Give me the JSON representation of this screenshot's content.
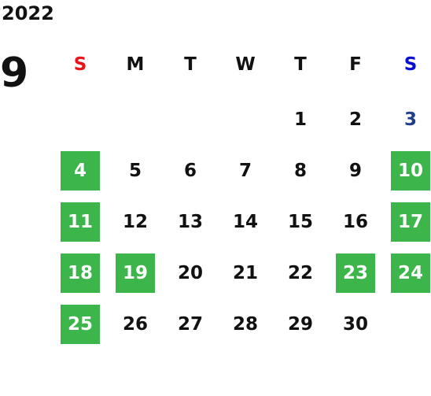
{
  "calendar": {
    "year": "2022",
    "month": "9",
    "weekdays": [
      "S",
      "M",
      "T",
      "W",
      "T",
      "F",
      "S"
    ],
    "colors": {
      "highlight": "#3cb54a",
      "sunday_header": "#e8141c",
      "saturday_header": "#0a10d0",
      "saturday_date": "#1f3f8c"
    },
    "days": [
      {
        "label": "1",
        "weekday": 4,
        "week": 0,
        "style": "normal"
      },
      {
        "label": "2",
        "weekday": 5,
        "week": 0,
        "style": "normal"
      },
      {
        "label": "3",
        "weekday": 6,
        "week": 0,
        "style": "blue"
      },
      {
        "label": "4",
        "weekday": 0,
        "week": 1,
        "style": "green"
      },
      {
        "label": "5",
        "weekday": 1,
        "week": 1,
        "style": "normal"
      },
      {
        "label": "6",
        "weekday": 2,
        "week": 1,
        "style": "normal"
      },
      {
        "label": "7",
        "weekday": 3,
        "week": 1,
        "style": "normal"
      },
      {
        "label": "8",
        "weekday": 4,
        "week": 1,
        "style": "normal"
      },
      {
        "label": "9",
        "weekday": 5,
        "week": 1,
        "style": "normal"
      },
      {
        "label": "10",
        "weekday": 6,
        "week": 1,
        "style": "green"
      },
      {
        "label": "11",
        "weekday": 0,
        "week": 2,
        "style": "green"
      },
      {
        "label": "12",
        "weekday": 1,
        "week": 2,
        "style": "normal"
      },
      {
        "label": "13",
        "weekday": 2,
        "week": 2,
        "style": "normal"
      },
      {
        "label": "14",
        "weekday": 3,
        "week": 2,
        "style": "normal"
      },
      {
        "label": "15",
        "weekday": 4,
        "week": 2,
        "style": "normal"
      },
      {
        "label": "16",
        "weekday": 5,
        "week": 2,
        "style": "normal"
      },
      {
        "label": "17",
        "weekday": 6,
        "week": 2,
        "style": "green"
      },
      {
        "label": "18",
        "weekday": 0,
        "week": 3,
        "style": "green"
      },
      {
        "label": "19",
        "weekday": 1,
        "week": 3,
        "style": "green"
      },
      {
        "label": "20",
        "weekday": 2,
        "week": 3,
        "style": "normal"
      },
      {
        "label": "21",
        "weekday": 3,
        "week": 3,
        "style": "normal"
      },
      {
        "label": "22",
        "weekday": 4,
        "week": 3,
        "style": "normal"
      },
      {
        "label": "23",
        "weekday": 5,
        "week": 3,
        "style": "green"
      },
      {
        "label": "24",
        "weekday": 6,
        "week": 3,
        "style": "green"
      },
      {
        "label": "25",
        "weekday": 0,
        "week": 4,
        "style": "green"
      },
      {
        "label": "26",
        "weekday": 1,
        "week": 4,
        "style": "normal"
      },
      {
        "label": "27",
        "weekday": 2,
        "week": 4,
        "style": "normal"
      },
      {
        "label": "28",
        "weekday": 3,
        "week": 4,
        "style": "normal"
      },
      {
        "label": "29",
        "weekday": 4,
        "week": 4,
        "style": "normal"
      },
      {
        "label": "30",
        "weekday": 5,
        "week": 4,
        "style": "normal"
      }
    ]
  }
}
